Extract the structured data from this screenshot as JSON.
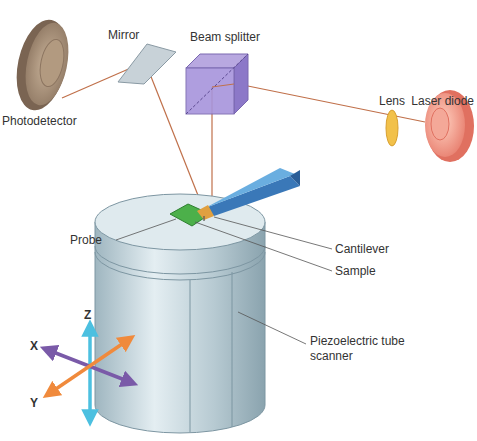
{
  "diagram": {
    "labels": [
      "Mirror",
      "Beam splitter",
      "Laser diode",
      "Lens",
      "Photodetector",
      "Probe",
      "Cantilever",
      "Sample",
      "Piezoelectric tube scanner",
      "Z",
      "X",
      "Y"
    ]
  }
}
